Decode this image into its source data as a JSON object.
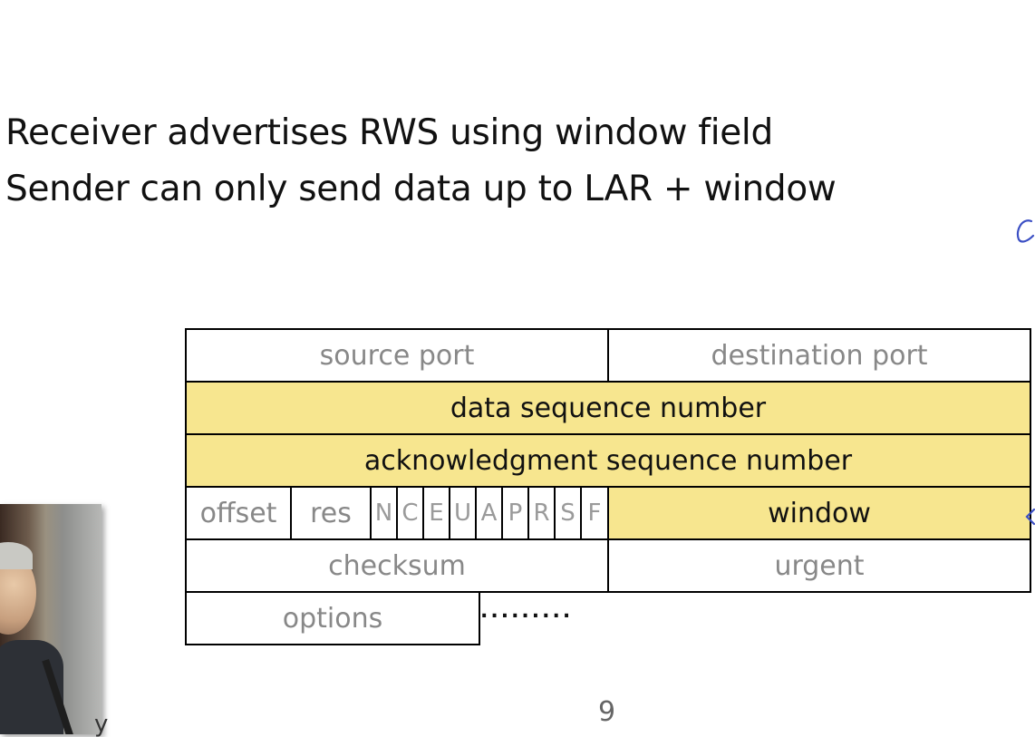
{
  "bullets": [
    "Receiver advertises RWS using window field",
    "Sender can only send data up to LAR + window"
  ],
  "header_fields": {
    "source_port": "source port",
    "destination_port": "destination port",
    "data_sequence_number": "data sequence number",
    "acknowledgment_sequence_number": "acknowledgment sequence number",
    "offset": "offset",
    "res": "res",
    "flags": [
      "N",
      "C",
      "E",
      "U",
      "A",
      "P",
      "R",
      "S",
      "F"
    ],
    "window": "window",
    "checksum": "checksum",
    "urgent": "urgent",
    "options": "options"
  },
  "options_dots": ".........",
  "page_number": "9",
  "cropped_text": "y",
  "colors": {
    "highlight": "#f7e68f",
    "field_text": "#888888",
    "ink": "#3b4fc4"
  }
}
